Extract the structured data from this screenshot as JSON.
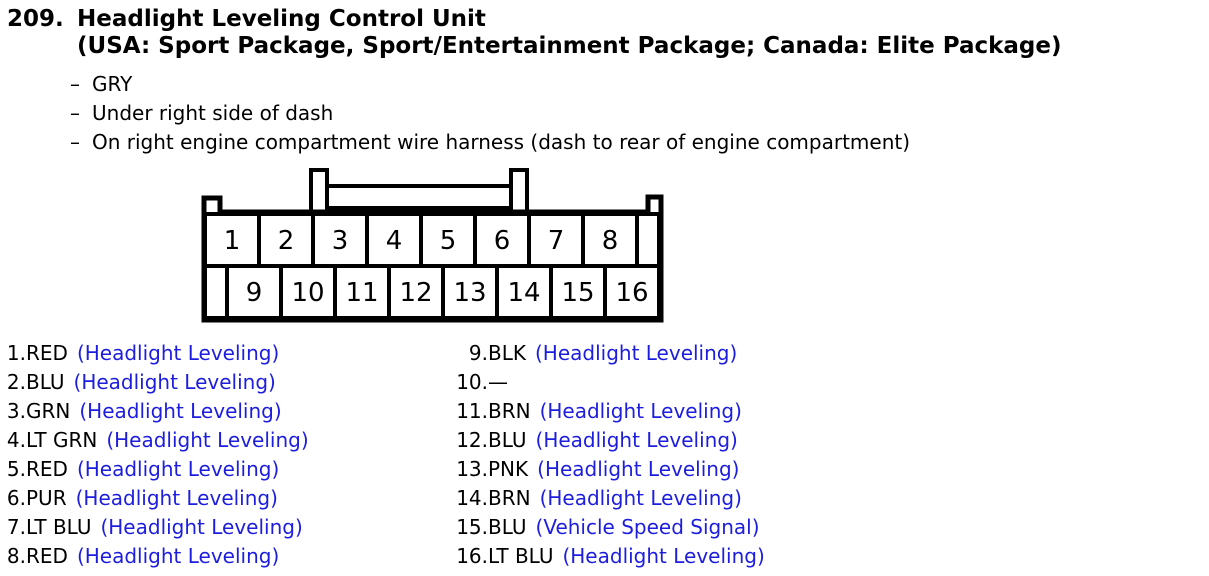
{
  "header": {
    "number": "209.",
    "title": "Headlight Leveling Control Unit",
    "subtitle": "(USA: Sport Package, Sport/Entertainment Package; Canada: Elite Package)",
    "bullet": "–",
    "notes": [
      "GRY",
      "Under right side of dash",
      "On right engine compartment wire harness (dash to rear of engine compartment)"
    ]
  },
  "connector": {
    "top_row": [
      "1",
      "2",
      "3",
      "4",
      "5",
      "6",
      "7",
      "8"
    ],
    "bottom_row": [
      "9",
      "10",
      "11",
      "12",
      "13",
      "14",
      "15",
      "16"
    ]
  },
  "pins": {
    "left": [
      {
        "num": "1.",
        "wire": "RED",
        "func": "(Headlight Leveling)"
      },
      {
        "num": "2.",
        "wire": "BLU",
        "func": "(Headlight Leveling)"
      },
      {
        "num": "3.",
        "wire": "GRN",
        "func": "(Headlight Leveling)"
      },
      {
        "num": "4.",
        "wire": "LT GRN",
        "func": "(Headlight Leveling)"
      },
      {
        "num": "5.",
        "wire": "RED",
        "func": "(Headlight Leveling)"
      },
      {
        "num": "6.",
        "wire": "PUR",
        "func": "(Headlight Leveling)"
      },
      {
        "num": "7.",
        "wire": "LT BLU",
        "func": "(Headlight Leveling)"
      },
      {
        "num": "8.",
        "wire": "RED",
        "func": "(Headlight Leveling)"
      }
    ],
    "right": [
      {
        "num": "9.",
        "wire": "BLK",
        "func": "(Headlight Leveling)"
      },
      {
        "num": "10.",
        "wire": "—",
        "func": ""
      },
      {
        "num": "11.",
        "wire": "BRN",
        "func": "(Headlight Leveling)"
      },
      {
        "num": "12.",
        "wire": "BLU",
        "func": "(Headlight Leveling)"
      },
      {
        "num": "13.",
        "wire": "PNK",
        "func": "(Headlight Leveling)"
      },
      {
        "num": "14.",
        "wire": "BRN",
        "func": "(Headlight Leveling)"
      },
      {
        "num": "15.",
        "wire": "BLU",
        "func": "(Vehicle Speed Signal)"
      },
      {
        "num": "16.",
        "wire": "LT BLU",
        "func": "(Headlight Leveling)"
      }
    ]
  },
  "colors": {
    "function_text_blue": "#1d1de0",
    "body_text": "#000000",
    "diagram_line": "#000000",
    "background": "#ffffff"
  }
}
